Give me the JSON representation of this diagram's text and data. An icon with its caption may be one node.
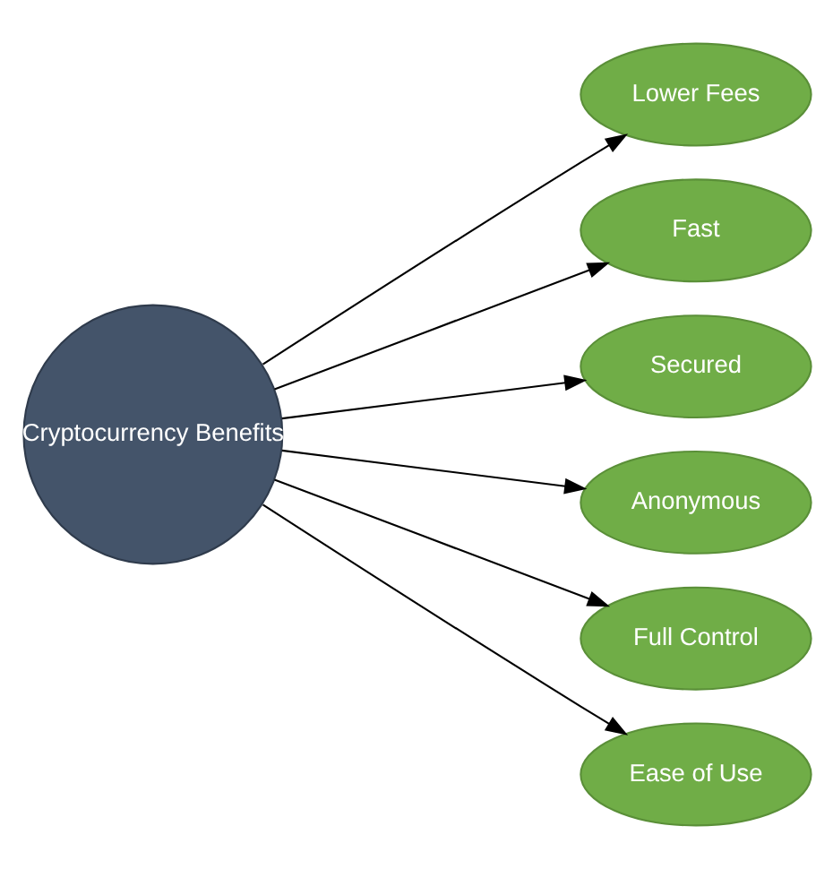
{
  "diagram": {
    "nodes": [
      {
        "text": [
          "Cryptocurrency Benefits"
        ]
      },
      {
        "text": [
          "Lower Fees"
        ]
      },
      {
        "text": [
          "Fast"
        ]
      },
      {
        "text": [
          "Secured"
        ]
      },
      {
        "text": [
          "Anonymous"
        ]
      },
      {
        "text": [
          "Full Control"
        ]
      },
      {
        "text": [
          "Ease of Use"
        ]
      }
    ],
    "edges": [
      {
        "from": 0,
        "to": 1,
        "arrow": "to"
      },
      {
        "from": 0,
        "to": 2,
        "arrow": "to"
      },
      {
        "from": 0,
        "to": 3,
        "arrow": "to"
      },
      {
        "from": 0,
        "to": 4,
        "arrow": "to"
      },
      {
        "from": 0,
        "to": 5,
        "arrow": "to"
      },
      {
        "from": 0,
        "to": 6,
        "arrow": "to"
      }
    ]
  }
}
